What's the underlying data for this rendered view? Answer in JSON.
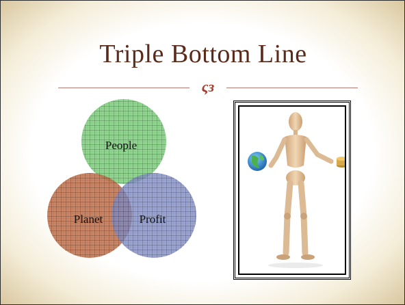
{
  "slide": {
    "title": "Triple Bottom Line",
    "ornament": "ςз"
  },
  "venn": {
    "circles": [
      {
        "label": "People",
        "color": "#7ccf7c"
      },
      {
        "label": "Planet",
        "color": "#c0704a"
      },
      {
        "label": "Profit",
        "color": "#7f8ac4"
      }
    ]
  },
  "image": {
    "subject": "wooden-mannequin-holding-globe-and-coins"
  }
}
